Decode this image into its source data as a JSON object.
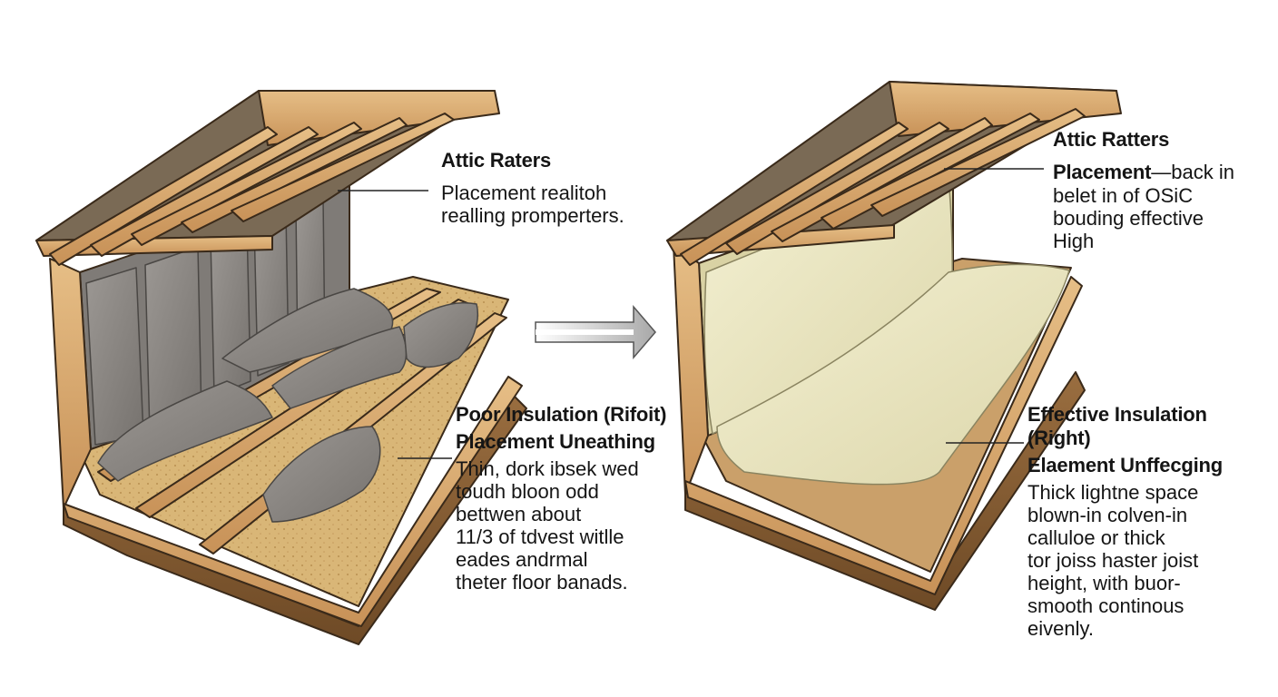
{
  "left_panel": {
    "rafters_title": "Attic Raters",
    "rafters_text": "Placement realitoh\nrealling promperters.",
    "poor_title": "Poor Insulation (Rifoit)",
    "poor_subtitle": "Placement Uneathing",
    "poor_text": "Thin, dork ibsek wed\ntoudh bloon odd\nbettwen about\n11/3 of tdvest witlle\neades andrmal\ntheter floor banads."
  },
  "right_panel": {
    "rafters_title": "Attic Ratters",
    "placement_title": "Placement",
    "placement_dash": "—back in",
    "placement_text": "belet in of OSiC\nbouding effective\nHigh",
    "eff_title": "Effective Insulation (Right)",
    "eff_subtitle": "Elaement Unffecging",
    "eff_text": "Thick lightne space\nblown-in colven-in\ncalluloe or thick\ntor joiss haster joist\nheight, with buor-\nsmooth continous\neivenly."
  },
  "colors": {
    "wood": "#d8a86e",
    "wood_dark": "#a56f3c",
    "soil": "#8a6238",
    "grey_insulation": "#8d8a86",
    "cream_insulation": "#ece8c4",
    "arrow_fill": "#b9b9b9"
  }
}
